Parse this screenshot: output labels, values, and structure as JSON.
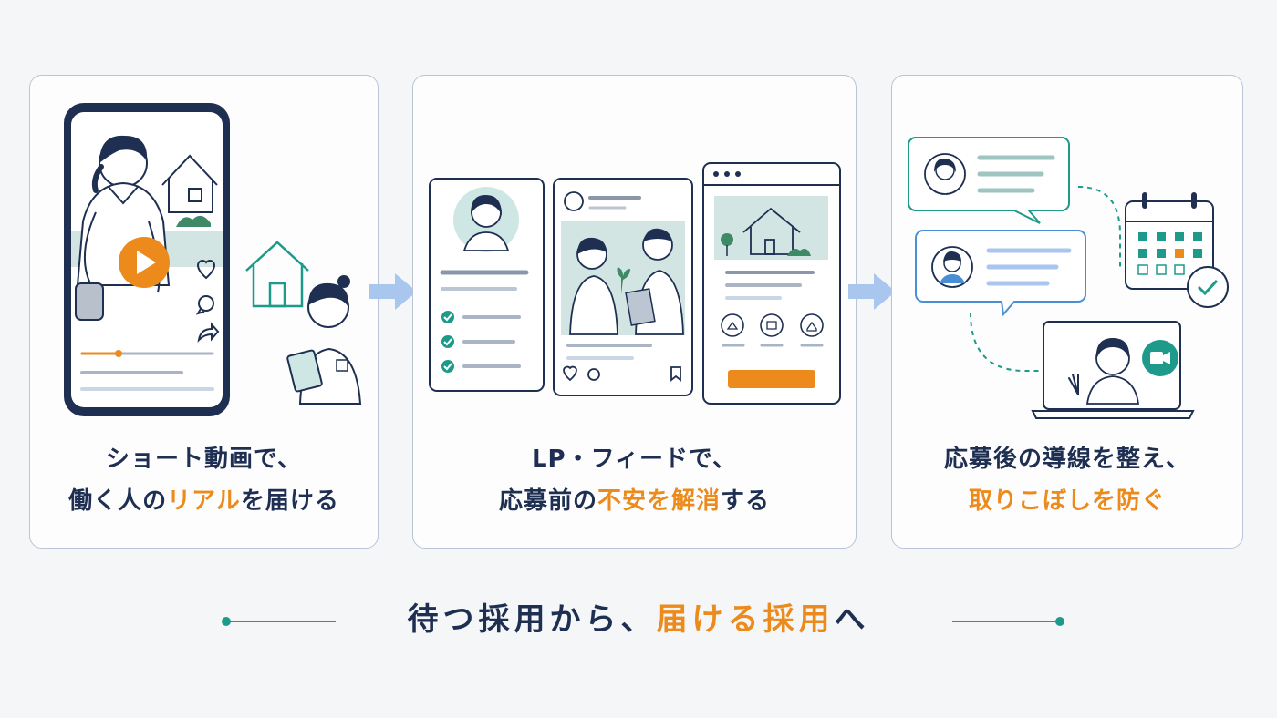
{
  "panels": [
    {
      "caption_line1": "ショート動画で、",
      "caption_line2_pre": "働く人の",
      "caption_line2_hl": "リアル",
      "caption_line2_post": "を届ける"
    },
    {
      "caption_line1": "LP・フィードで、",
      "caption_line2_pre": "応募前の",
      "caption_line2_hl": "不安を解消",
      "caption_line2_post": "する"
    },
    {
      "caption_line1": "応募後の導線を整え、",
      "caption_line2_pre": "",
      "caption_line2_hl": "取りこぼしを防ぐ",
      "caption_line2_post": ""
    }
  ],
  "tagline": {
    "pre": "待つ採用から、",
    "hl": "届ける採用",
    "post": "へ"
  },
  "colors": {
    "navy": "#1e2f52",
    "orange": "#ec8a1c",
    "teal": "#1e9a8a",
    "blue": "#4a8fd6",
    "arrow": "#a9c6ef"
  },
  "icons": [
    "play-icon",
    "heart-icon",
    "comment-icon",
    "share-icon",
    "house-icon",
    "check-icon",
    "bookmark-icon",
    "calendar-icon",
    "video-call-icon"
  ]
}
